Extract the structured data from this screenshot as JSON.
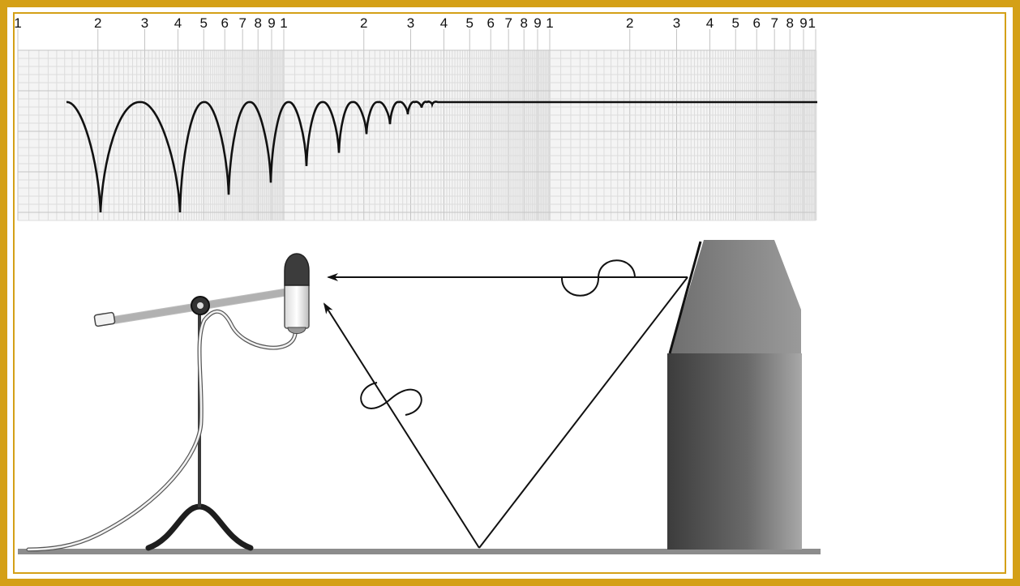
{
  "diagram": {
    "axis_tick_labels": [
      "1",
      "2",
      "3",
      "4",
      "5",
      "6",
      "7",
      "8",
      "9",
      "1",
      "2",
      "3",
      "4",
      "5",
      "6",
      "7",
      "8",
      "9",
      "1",
      "2",
      "3",
      "4",
      "5",
      "6",
      "7",
      "8",
      "9",
      "1"
    ],
    "colors": {
      "frame": "#d4a017",
      "grid_minor": "#dcdcdc",
      "grid_major": "#c4c4c4",
      "grid_background": "#f4f4f4",
      "curve": "#111111",
      "floor": "#8c8c8c"
    },
    "icons": {
      "microphone": "microphone-icon",
      "mic_stand": "mic-stand-icon",
      "speaker_cabinet": "speaker-cabinet-icon"
    }
  }
}
